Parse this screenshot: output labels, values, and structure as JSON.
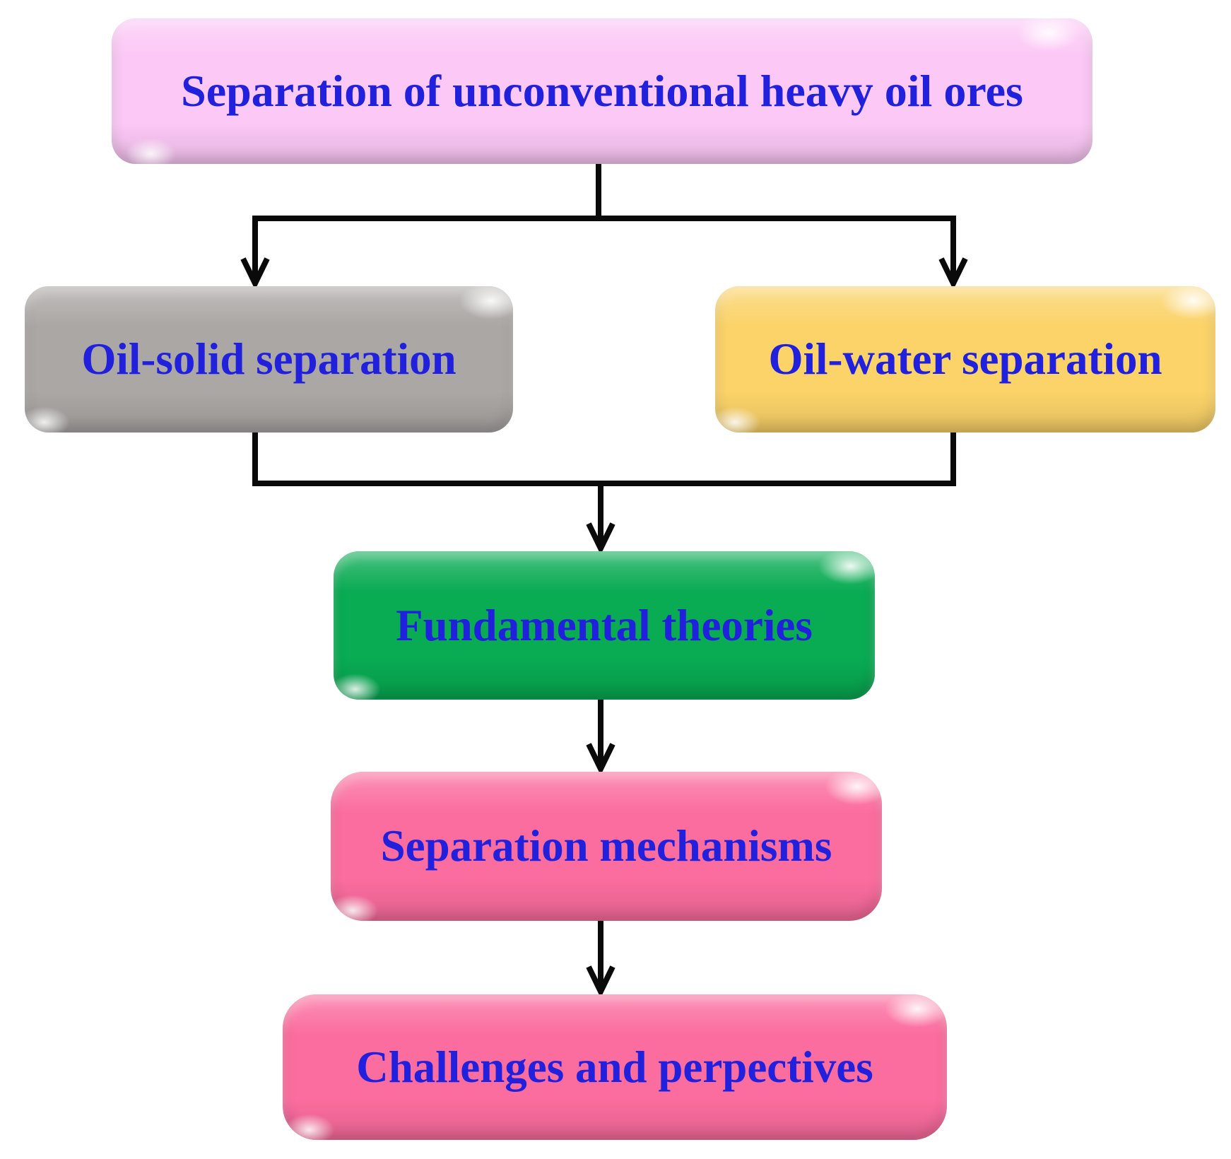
{
  "diagram": {
    "type": "flowchart",
    "background": "#ffffff",
    "text_color": "#2121dd",
    "line_color": "#0a0a0a",
    "nodes": [
      {
        "id": "root",
        "label": "Separation of unconventional heavy oil ores",
        "color": "#fcc8f6"
      },
      {
        "id": "oil_solid",
        "label": "Oil-solid separation",
        "color": "#aba7a5"
      },
      {
        "id": "oil_water",
        "label": "Oil-water separation",
        "color": "#fbd369"
      },
      {
        "id": "fundamental",
        "label": "Fundamental theories",
        "color": "#09ab53"
      },
      {
        "id": "mechanisms",
        "label": "Separation mechanisms",
        "color": "#fb6d9e"
      },
      {
        "id": "challenges",
        "label": "Challenges and perpectives",
        "color": "#fb6d9e"
      }
    ],
    "edges": [
      {
        "from": "root",
        "to": "oil_solid"
      },
      {
        "from": "root",
        "to": "oil_water"
      },
      {
        "from": "oil_solid",
        "to": "fundamental"
      },
      {
        "from": "oil_water",
        "to": "fundamental"
      },
      {
        "from": "fundamental",
        "to": "mechanisms"
      },
      {
        "from": "mechanisms",
        "to": "challenges"
      }
    ]
  }
}
